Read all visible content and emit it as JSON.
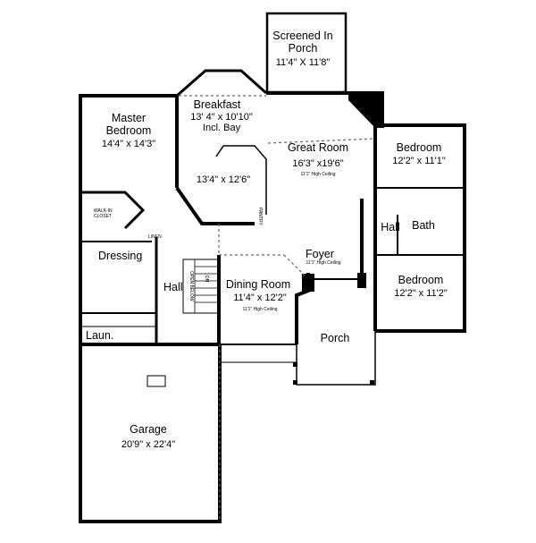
{
  "rooms": {
    "screened_porch": {
      "name_line1": "Screened In",
      "name_line2": "Porch",
      "size": "11'4\" X 11'8\""
    },
    "breakfast": {
      "name": "Breakfast",
      "size": "13' 4\" x 10'10\"",
      "note": "Incl. Bay"
    },
    "kitchen": {
      "size": "13'4\" x 12'6\""
    },
    "master_bedroom": {
      "name_line1": "Master",
      "name_line2": "Bedroom",
      "size": "14'4\" x 14'3\""
    },
    "great_room": {
      "name": "Great Room",
      "size": "16'3\" x19'6\"",
      "ceiling": "11'1\" High Ceiling"
    },
    "bedroom_1": {
      "name": "Bedroom",
      "size": "12'2\" x 11'1\""
    },
    "bedroom_2": {
      "name": "Bedroom",
      "size": "12'2\" x 11'2\""
    },
    "hall_right": {
      "name": "Hall"
    },
    "bath": {
      "name": "Bath"
    },
    "walk_in_closet": {
      "line1": "WALK-IN",
      "line2": "CLOSET"
    },
    "linen": {
      "name": "LINEN"
    },
    "pantry": {
      "name": "PANTRY"
    },
    "dressing": {
      "name": "Dressing"
    },
    "hall_left": {
      "name": "Hall"
    },
    "stairs": {
      "open_below": "OPEN BELOW",
      "direction": "DN"
    },
    "foyer": {
      "name": "Foyer",
      "ceiling": "11'1\" High Ceiling"
    },
    "dining_room": {
      "name": "Dining Room",
      "size": "11'4\" x 12'2\"",
      "ceiling": "11'1\" High Ceiling"
    },
    "laundry": {
      "name": "Laun."
    },
    "porch": {
      "name": "Porch"
    },
    "garage": {
      "name": "Garage",
      "size": "20'9\" x 22'4\""
    }
  }
}
